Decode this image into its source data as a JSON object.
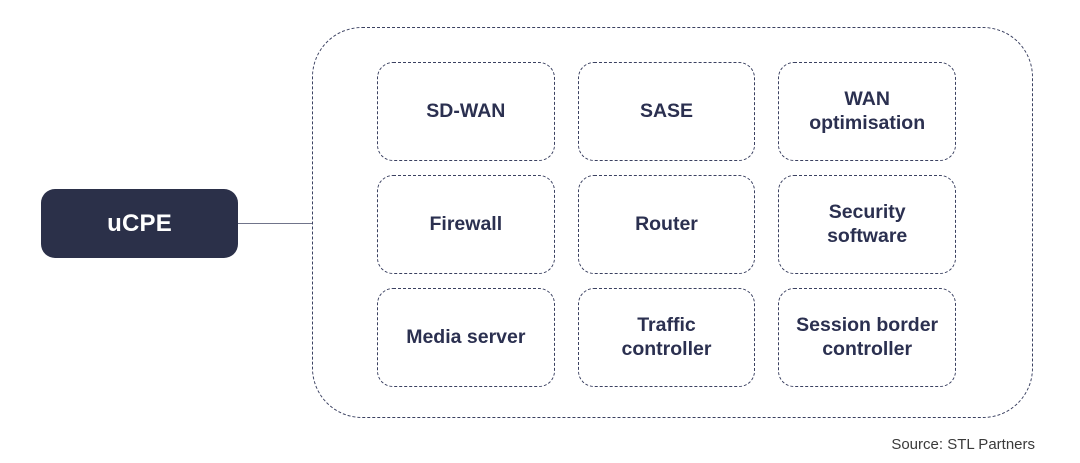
{
  "diagram": {
    "root_node": {
      "label": "uCPE"
    },
    "container_items": [
      {
        "label": "SD-WAN"
      },
      {
        "label": "SASE"
      },
      {
        "label": "WAN optimisation"
      },
      {
        "label": "Firewall"
      },
      {
        "label": "Router"
      },
      {
        "label": "Security software"
      },
      {
        "label": "Media server"
      },
      {
        "label": "Traffic controller"
      },
      {
        "label": "Session border controller"
      }
    ],
    "source": "Source: STL Partners",
    "colors": {
      "node_fill": "#2b3049",
      "node_text": "#ffffff",
      "dashed_border": "#3b4161",
      "cell_text": "#2b3050",
      "connector": "#70748a",
      "source_text": "#3a3a3a",
      "background": "#ffffff"
    }
  }
}
